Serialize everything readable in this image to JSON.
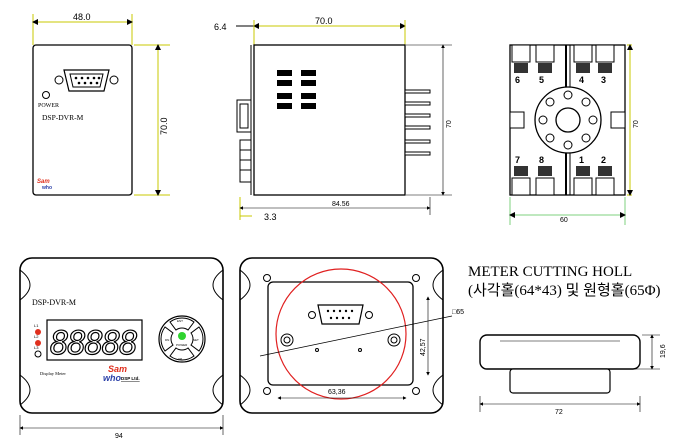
{
  "diagram": {
    "front_view": {
      "width": "48.0",
      "height": "70.0",
      "power_label": "POWER",
      "model": "DSP-DVR-M",
      "logo_top": "Sam",
      "logo_bottom": "who"
    },
    "side_view": {
      "offset": "6.4",
      "width": "70.0",
      "height": "70",
      "depth": "84.56",
      "terminal_offset": "3.3"
    },
    "socket_view": {
      "top_terminals": [
        "6",
        "5",
        "4",
        "3"
      ],
      "bottom_terminals": [
        "7",
        "8",
        "1",
        "2"
      ],
      "width": "60",
      "height": "70"
    },
    "panel_front": {
      "model": "DSP-DVR-M",
      "display": "88888",
      "leds": [
        "L1",
        "L2",
        "L3"
      ],
      "caption": "Display Meter",
      "logo_top": "Sam",
      "logo_bottom": "who",
      "logo_sub": "DSP Ltd.",
      "keys": [
        "ENT",
        "UP",
        "DN",
        "SET"
      ],
      "center_key": "POWER",
      "width": "94"
    },
    "panel_rear": {
      "cut_width": "63,36",
      "cut_height": "42,57",
      "circle": "□65"
    },
    "cutout_note": {
      "line1": "METER CUTTING HOLL",
      "line2": "(사각홀(64*43) 및 원형홀(65Φ)"
    },
    "bottom_view": {
      "width": "72",
      "height": "19,6"
    }
  }
}
